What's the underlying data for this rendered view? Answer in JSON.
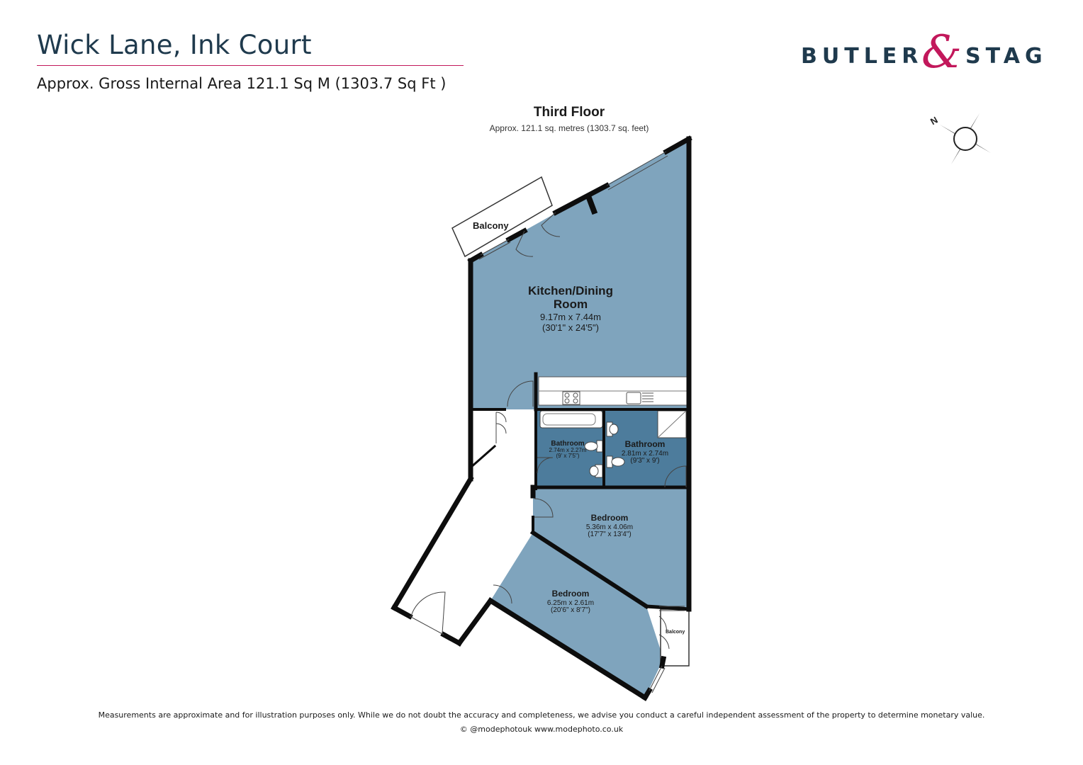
{
  "header": {
    "title": "Wick Lane, Ink Court",
    "subtitle": "Approx. Gross Internal Area 121.1 Sq M (1303.7 Sq Ft )"
  },
  "logo": {
    "word_left": "BUTLER",
    "ampersand": "&",
    "word_right": "STAG",
    "colors": {
      "text": "#1f3a4d",
      "accent": "#c2185b"
    }
  },
  "floor": {
    "title": "Third Floor",
    "area": "Approx. 121.1 sq. metres (1303.7 sq. feet)"
  },
  "compass": {
    "label": "N",
    "icon": "compass-north-icon"
  },
  "rooms": {
    "kitchen": {
      "name_line1": "Kitchen/Dining",
      "name_line2": "Room",
      "dim_m": "9.17m x 7.44m",
      "dim_ft": "(30'1\" x 24'5\")"
    },
    "bathroom1": {
      "name": "Bathroom",
      "dim_m": "2.74m x 2.27m",
      "dim_ft": "(9' x 7'5\")"
    },
    "bathroom2": {
      "name": "Bathroom",
      "dim_m": "2.81m x 2.74m",
      "dim_ft": "(9'3\" x 9')"
    },
    "bedroom1": {
      "name": "Bedroom",
      "dim_m": "5.36m x 4.06m",
      "dim_ft": "(17'7\" x 13'4\")"
    },
    "bedroom2": {
      "name": "Bedroom",
      "dim_m": "6.25m x 2.61m",
      "dim_ft": "(20'6\" x 8'7\")"
    },
    "balcony_main": {
      "name": "Balcony"
    },
    "balcony_small": {
      "name": "Balcony"
    }
  },
  "colors": {
    "room_fill": "#7fa4bd",
    "bathroom_fill": "#4d7c9c",
    "wall": "#0d0d0d",
    "hall": "#ffffff"
  },
  "footer": {
    "disclaimer": "Measurements are approximate and for illustration purposes only.  While we do not doubt the accuracy and completeness, we advise you conduct a careful independent assessment of the property to determine monetary value.",
    "credit": "© @modephotouk www.modephoto.co.uk"
  }
}
